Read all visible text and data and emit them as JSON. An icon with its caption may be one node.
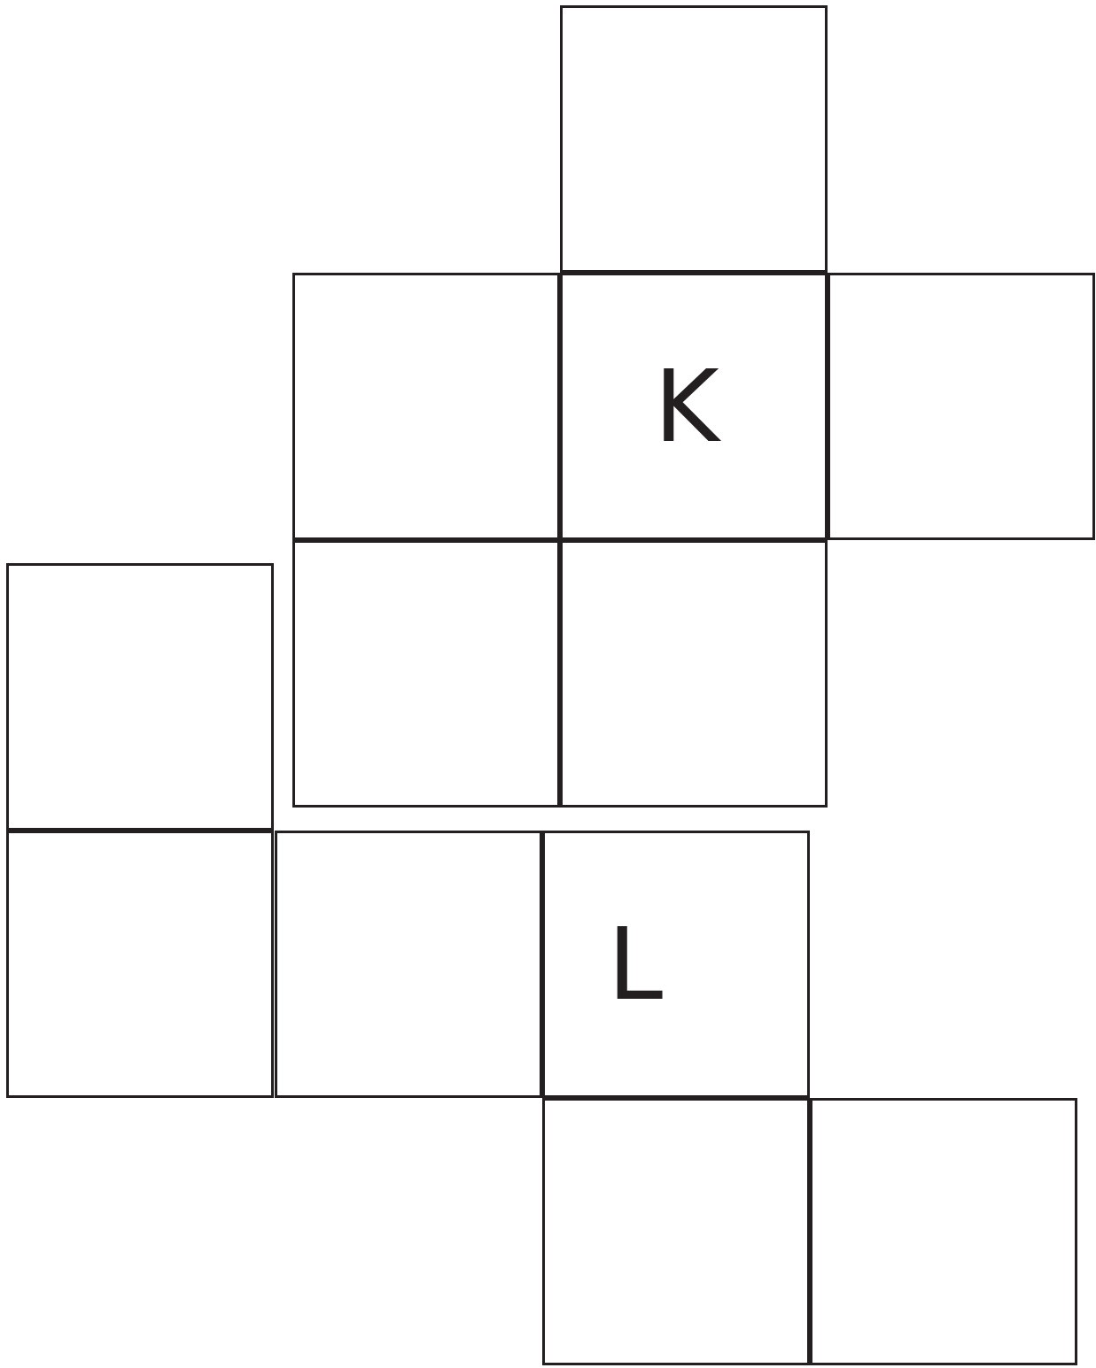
{
  "diagram": {
    "nodes": [
      {
        "text": [],
        "shape": "box"
      },
      {
        "text": [],
        "shape": "box"
      },
      {
        "text": [
          "K"
        ]
      },
      {
        "text": [],
        "shape": "box"
      },
      {
        "text": [],
        "shape": "box"
      },
      {
        "text": [],
        "shape": "box"
      },
      {
        "text": [],
        "shape": "box"
      },
      {
        "text": [],
        "shape": "box"
      },
      {
        "text": [],
        "shape": "box"
      },
      {
        "text": [
          "L"
        ]
      },
      {
        "text": [],
        "shape": "box"
      },
      {
        "text": [],
        "shape": "box"
      }
    ]
  }
}
